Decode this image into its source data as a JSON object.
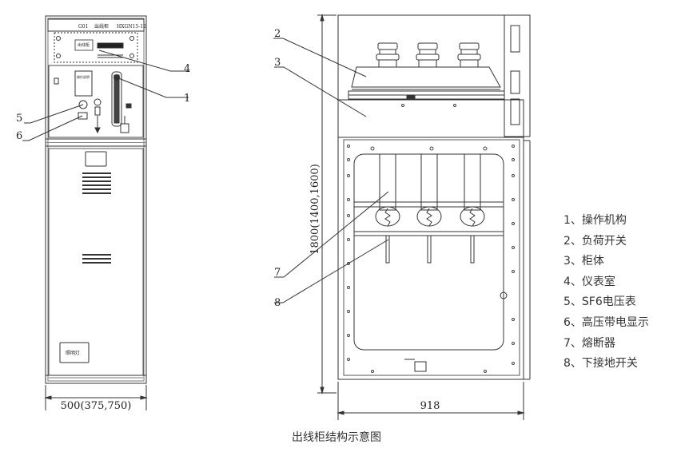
{
  "front_view": {
    "header_code": "G01",
    "header_name": "出线柜",
    "header_model": "HXGN15-12",
    "indicator_label": "出线柜",
    "panel_label": "操作说明",
    "lamp_label": "照明灯",
    "width_dim": "500(375,750)"
  },
  "side_view": {
    "height_dim": "1800(1400,1600)",
    "depth_dim": "918"
  },
  "callouts": [
    "1",
    "2",
    "3",
    "4",
    "5",
    "6",
    "7",
    "8"
  ],
  "legend": [
    "1、操作机构",
    "2、负荷开关",
    "3、柜体",
    "4、仪表室",
    "5、SF6电压表",
    "6、高压带电显示",
    "7、熔断器",
    "8、下接地开关"
  ],
  "caption": "出线柜结构示意图"
}
